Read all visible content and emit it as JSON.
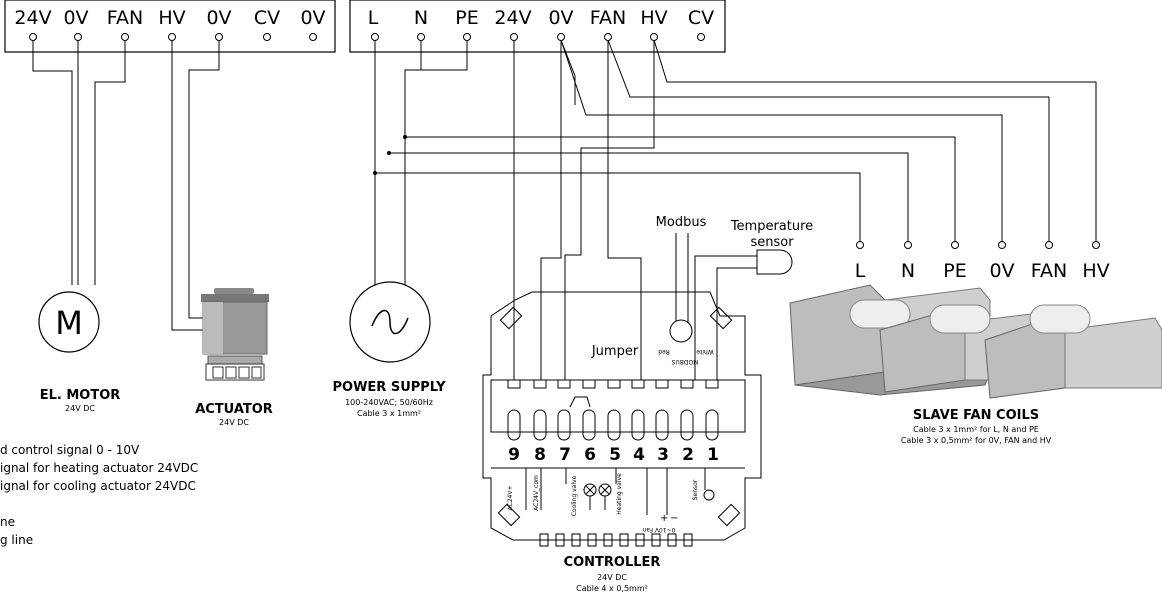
{
  "left_block": {
    "terminals": [
      "24V",
      "0V",
      "FAN",
      "HV",
      "0V",
      "CV",
      "0V"
    ]
  },
  "right_block": {
    "terminals": [
      "L",
      "N",
      "PE",
      "24V",
      "0V",
      "FAN",
      "HV",
      "CV"
    ]
  },
  "slave_terminals": [
    "L",
    "N",
    "PE",
    "0V",
    "FAN",
    "HV"
  ],
  "motor": {
    "symbol": "M",
    "title": "EL. MOTOR",
    "sub": "24V DC"
  },
  "actuator": {
    "title": "ACTUATOR",
    "sub": "24V DC"
  },
  "power": {
    "title": "POWER SUPPLY",
    "line1": "100-240VAC; 50/60Hz",
    "line2": "Cable 3 x 1mm²"
  },
  "controller": {
    "title": "CONTROLLER",
    "sub1": "24V DC",
    "sub2": "Cable 4 x 0,5mm²",
    "numbers": [
      "9",
      "8",
      "7",
      "6",
      "5",
      "4",
      "3",
      "2",
      "1"
    ],
    "jumper": "Jumper",
    "modbus": "Modbus",
    "temp1": "Temperature",
    "temp2": "sensor",
    "modbus_small": "MODBUS",
    "red": "Red",
    "white": "White",
    "ac24v": "AC24V+",
    "ac24v_com": "AC24V_com",
    "cooling": "Cooling valve",
    "heating": "Heating valve",
    "fan": "0~10V Fan",
    "sensor": "Sensor",
    "plus": "+",
    "minus": "−"
  },
  "slave": {
    "title": "SLAVE FAN COILS",
    "line1": "Cable 3 x 1mm² for L, N and PE",
    "line2": "Cable 3 x 0,5mm² for 0V, FAN and HV"
  },
  "legend": [
    "d control signal 0 - 10V",
    "ignal for heating actuator 24VDC",
    "ignal for cooling actuator 24VDC",
    "",
    "ne",
    "g line"
  ]
}
